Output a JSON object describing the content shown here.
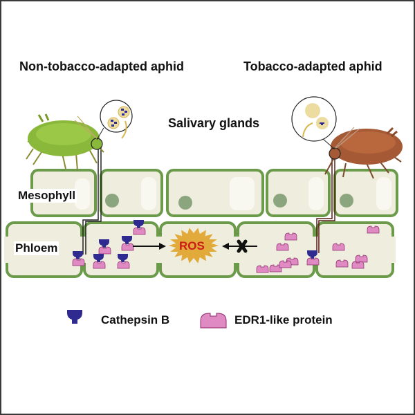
{
  "titles": {
    "left": "Non-tobacco-adapted aphid",
    "right": "Tobacco-adapted aphid",
    "center": "Salivary glands"
  },
  "tissues": {
    "mesophyll": "Mesophyll",
    "phloem": "Phloem"
  },
  "center_burst": {
    "label": "ROS"
  },
  "legend": {
    "items": [
      {
        "icon": "cathepsin-b-icon",
        "label": "Cathepsin B",
        "color": "#2e2a8f"
      },
      {
        "icon": "edr1-like-protein-icon",
        "label": "EDR1-like protein",
        "color": "#e08ac4"
      }
    ]
  },
  "colors": {
    "cell_wall": "#6a9a4a",
    "cell_fill": "#efedde",
    "nucleus": "#8ba57e",
    "ros_burst": "#e1aa3a",
    "ros_text": "#cc1a1a",
    "aphid_left": "#8ab83a",
    "aphid_right": "#a55a35",
    "gland": "#ecdca0"
  },
  "arrows": {
    "left_to_ros": "activates",
    "right_to_ros": "blocked"
  }
}
